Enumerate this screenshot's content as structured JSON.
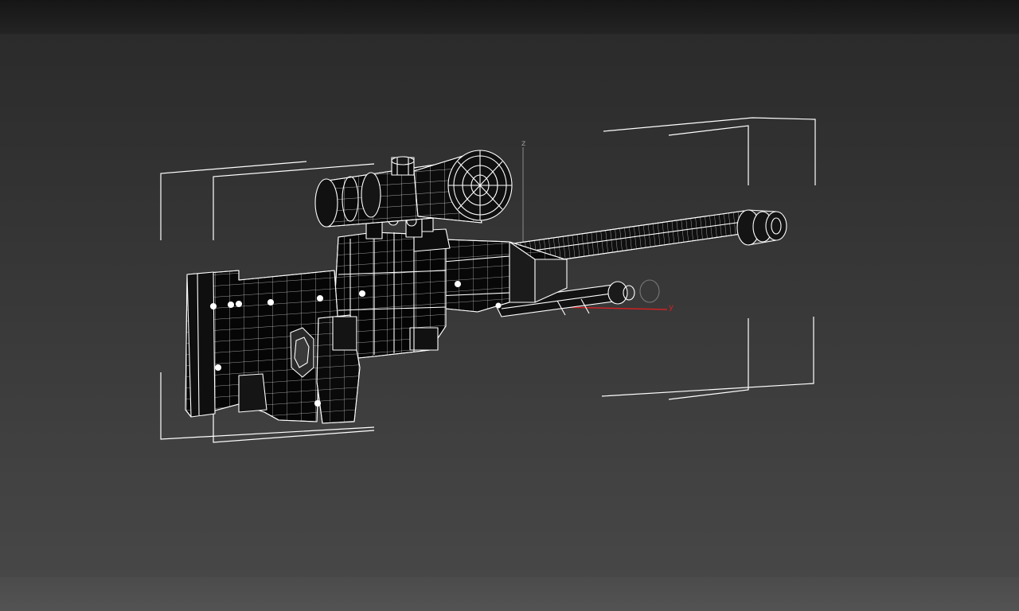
{
  "viewport": {
    "axis_labels": {
      "z": "z",
      "y": "y"
    },
    "colors": {
      "background_top": "#1f1f1f",
      "background_bottom": "#515151",
      "wireframe": "#ffffff",
      "mesh_fill": "#0a0a0a",
      "selection_bracket": "#ffffff",
      "gizmo_y_axis": "#d42020",
      "gizmo_z_axis": "#8a8a8a"
    },
    "icons": [
      "wireframe-rifle-model",
      "scope-icon",
      "bipod-icon",
      "transform-gizmo-icon"
    ]
  }
}
